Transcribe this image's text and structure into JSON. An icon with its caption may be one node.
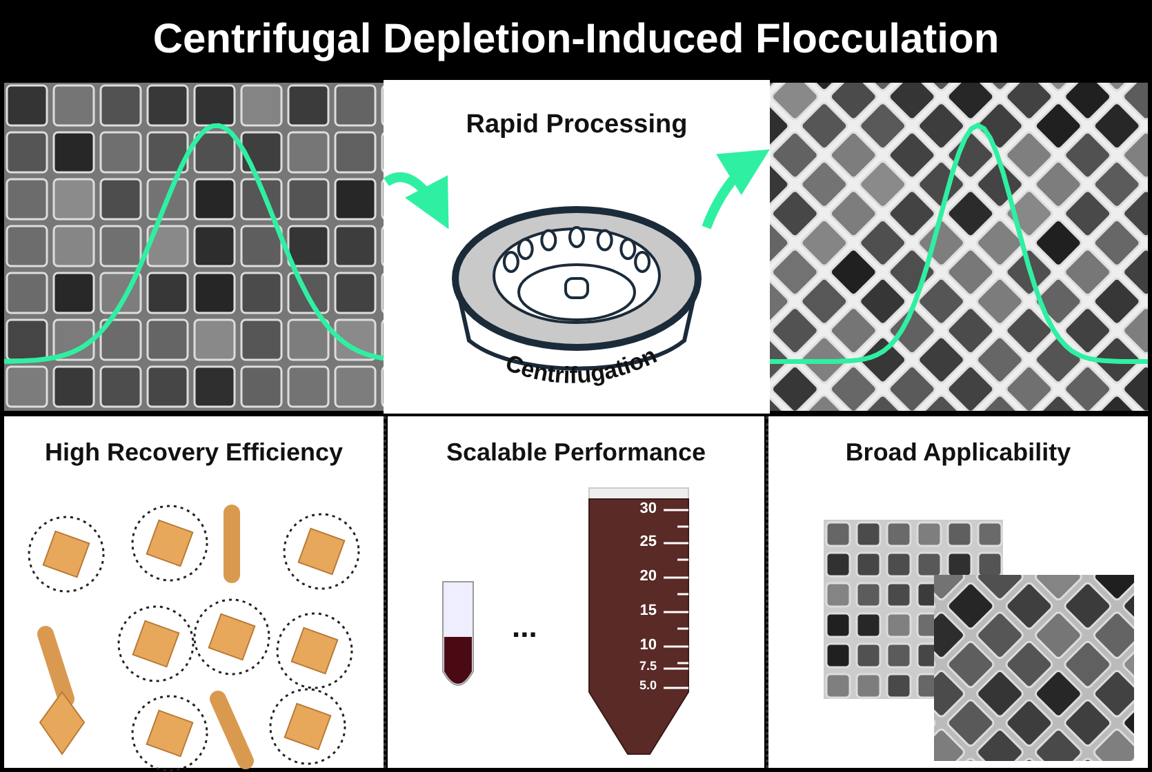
{
  "diagram": {
    "title": "Centrifugal Depletion-Induced Flocculation",
    "nodes": [
      {
        "text": [],
        "shape": "picture"
      },
      {
        "text": [
          "Rapid Processing",
          "Centrifugation"
        ]
      },
      {
        "text": [],
        "shape": "picture"
      },
      {
        "text": [
          "High Recovery Efficiency"
        ]
      },
      {
        "text": [
          "Scalable Performance"
        ]
      },
      {
        "text": [
          "Broad Applicability"
        ]
      }
    ],
    "edges": [
      {
        "from": 0,
        "to": 1,
        "arrow": "to"
      },
      {
        "from": 1,
        "to": 2,
        "arrow": "to"
      }
    ],
    "labels": [
      "...",
      "30",
      "25",
      "20",
      "15",
      "10",
      "7.5",
      "5.0"
    ]
  }
}
